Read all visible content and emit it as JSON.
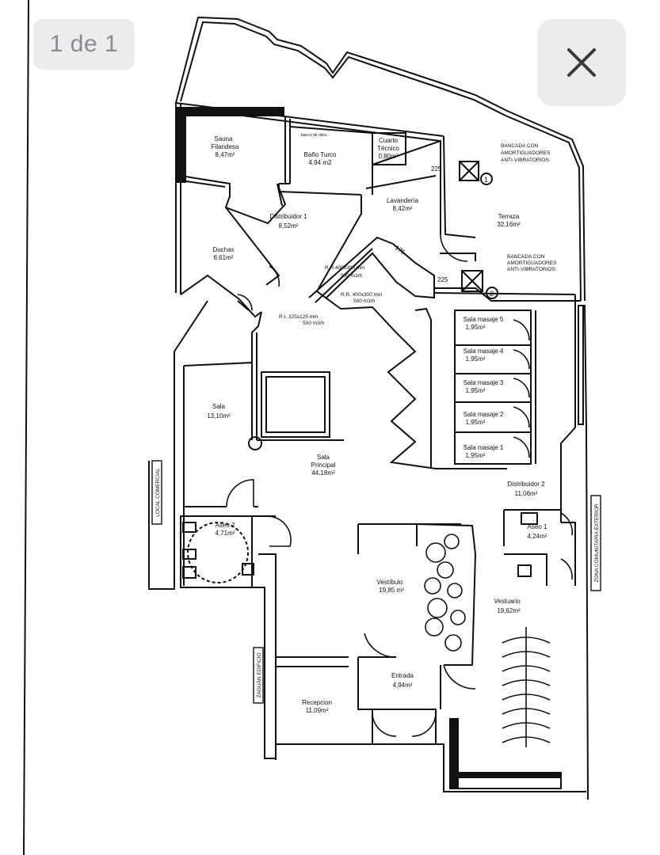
{
  "viewer": {
    "page_counter": "1 de 1",
    "close_icon": "close-x-icon"
  },
  "plan": {
    "rooms": [
      {
        "key": "sauna",
        "name": "Sauna",
        "name2": "Filandesa",
        "area": "8,47m²"
      },
      {
        "key": "banyo_turco",
        "name": "Baño Turco",
        "area": "4,94 m2"
      },
      {
        "key": "cuarto_tecnico",
        "name": "Cuarto",
        "name2": "Técnico",
        "area": "0,80m²"
      },
      {
        "key": "lavanderia",
        "name": "Lavandería",
        "area": "8,42m²"
      },
      {
        "key": "terraza",
        "name": "Terraza",
        "area": "32,16m²"
      },
      {
        "key": "distribuidor1",
        "name": "Distribuidor 1",
        "area": "8,52m²"
      },
      {
        "key": "duchas",
        "name": "Duchas",
        "area": "6,61m²"
      },
      {
        "key": "sala",
        "name": "Sala",
        "area": "13,10m²"
      },
      {
        "key": "sala_principal",
        "name": "Sala",
        "name2": "Principal",
        "area": "44,18m²"
      },
      {
        "key": "masaje5",
        "name": "Sala masaje 5",
        "area": "1,95m²"
      },
      {
        "key": "masaje4",
        "name": "Sala masaje 4",
        "area": "1,95m²"
      },
      {
        "key": "masaje3",
        "name": "Sala masaje 3",
        "area": "1,95m²"
      },
      {
        "key": "masaje2",
        "name": "Sala masaje 2",
        "area": "1,95m²"
      },
      {
        "key": "masaje1",
        "name": "Sala masaje 1",
        "area": "1,95m²"
      },
      {
        "key": "distribuidor2",
        "name": "Distribuidor 2",
        "area": "11,06m²"
      },
      {
        "key": "aseo1",
        "name": "Aseo 1",
        "area": "4,24m²"
      },
      {
        "key": "aseo2",
        "name": "Aseo 2",
        "area": "4,71m²"
      },
      {
        "key": "vestibulo",
        "name": "Vestíbulo",
        "area": "19,85 m²"
      },
      {
        "key": "vestuario",
        "name": "Vestuario",
        "area": "19,62m²"
      },
      {
        "key": "entrada",
        "name": "Entrada",
        "area": "4,94m²"
      },
      {
        "key": "recepcion",
        "name": "Recepcion",
        "area": "11,09m²"
      }
    ],
    "annotations": {
      "bancada1_l1": "BANCADA CON",
      "bancada1_l2": "AMORTIGUADORES",
      "bancada1_l3": "ANTI-VIBRATORIOS",
      "bancada2_l1": "BANCADA CON",
      "bancada2_l2": "AMORTIGUADORES",
      "bancada2_l3": "ANTI-VIBRATORIOS",
      "dim225_a": "225",
      "dim225_b": "225",
      "dim175": "175",
      "duct_rr1_a": "R.R.400x300 mm",
      "duct_rr1_b": "500 m3/h",
      "duct_ri_a": "R.I. 325x125 mm",
      "duct_ri_b": "500 m3/h",
      "duct_rr2_a": "R.R. 400x300 mm",
      "duct_rr2_b": "500 m3/h",
      "marker1": "1",
      "marker2": "2",
      "local_comercial": "LOCAL COMERCIAL",
      "zaguan": "ZAGUÁN EDIFICIO",
      "zona_comunitaria": "ZONA COMUNITARIA EXTERIOR",
      "banyo_top": "banco de obra"
    }
  }
}
